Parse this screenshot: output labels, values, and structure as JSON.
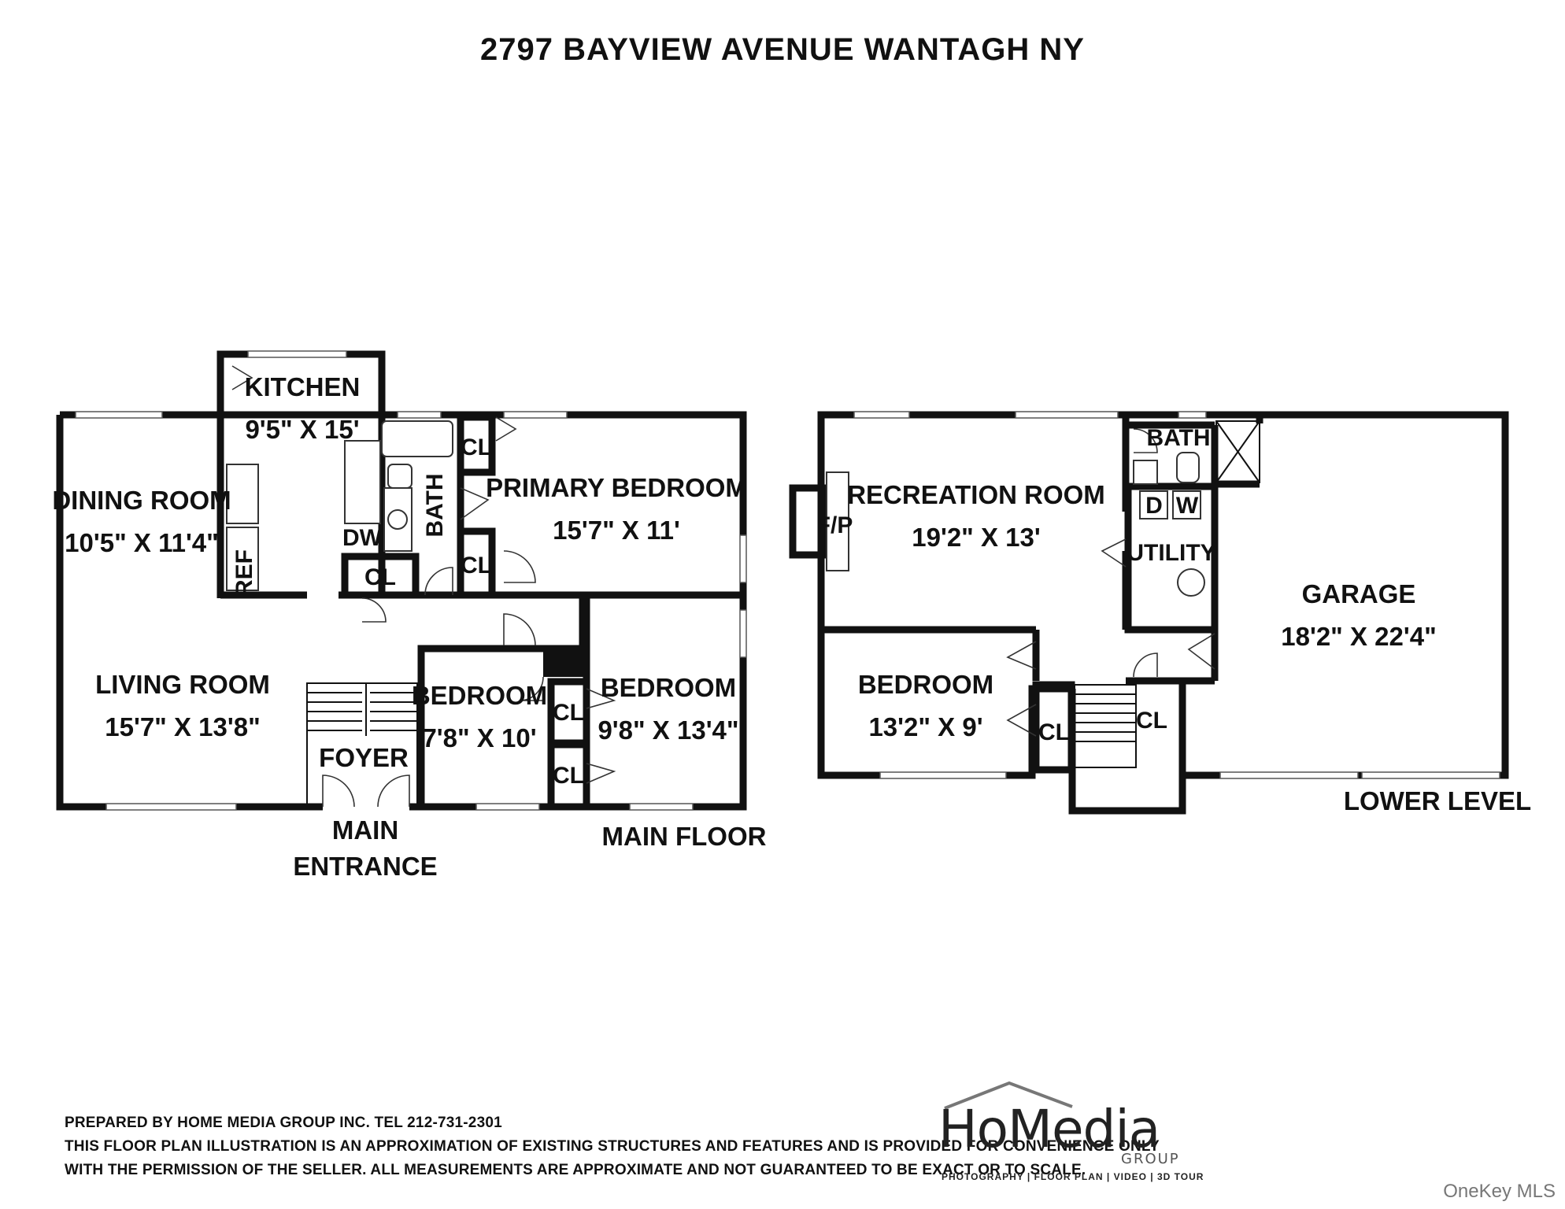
{
  "title": "2797 BAYVIEW AVENUE WANTAGH NY",
  "main_floor": {
    "label": "MAIN FLOOR",
    "entrance_line1": "MAIN",
    "entrance_line2": "ENTRANCE",
    "rooms": {
      "kitchen": {
        "name": "KITCHEN",
        "dim": "9'5\" X 15'"
      },
      "dining": {
        "name": "DINING ROOM",
        "dim": "10'5\" X 11'4\""
      },
      "primary_bedroom": {
        "name": "PRIMARY BEDROOM",
        "dim": "15'7\" X 11'"
      },
      "living": {
        "name": "LIVING ROOM",
        "dim": "15'7\" X 13'8\""
      },
      "bedroom2": {
        "name": "BEDROOM",
        "dim": "7'8\" X 10'"
      },
      "bedroom3": {
        "name": "BEDROOM",
        "dim": "9'8\" X 13'4\""
      },
      "foyer": {
        "name": "FOYER"
      },
      "bath": {
        "name": "BATH"
      }
    },
    "labels": {
      "cl": "CL",
      "dw": "DW",
      "ref": "REF"
    }
  },
  "lower_level": {
    "label": "LOWER LEVEL",
    "rooms": {
      "recreation": {
        "name": "RECREATION ROOM",
        "dim": "19'2\" X 13'"
      },
      "garage": {
        "name": "GARAGE",
        "dim": "18'2\" X 22'4\""
      },
      "bedroom": {
        "name": "BEDROOM",
        "dim": "13'2\" X 9'"
      },
      "bath": {
        "name": "BATH"
      },
      "utility": {
        "name": "UTILITY"
      }
    },
    "labels": {
      "fp": "F/P",
      "d": "D",
      "w": "W",
      "cl": "CL"
    }
  },
  "footer": {
    "line1": "PREPARED BY  HOME MEDIA GROUP INC.  TEL 212-731-2301",
    "line2": "THIS FLOOR PLAN ILLUSTRATION IS AN APPROXIMATION OF EXISTING STRUCTURES AND FEATURES AND IS PROVIDED FOR CONVENIENCE ONLY",
    "line3": "WITH THE PERMISSION OF THE SELLER. ALL MEASUREMENTS ARE APPROXIMATE AND NOT GUARANTEED TO BE EXACT OR TO SCALE."
  },
  "logo": {
    "main": "HoMedia",
    "group": "GROUP",
    "tagline": "PHOTOGRAPHY | FLOOR PLAN | VIDEO | 3D TOUR"
  },
  "watermark": "OneKey MLS"
}
